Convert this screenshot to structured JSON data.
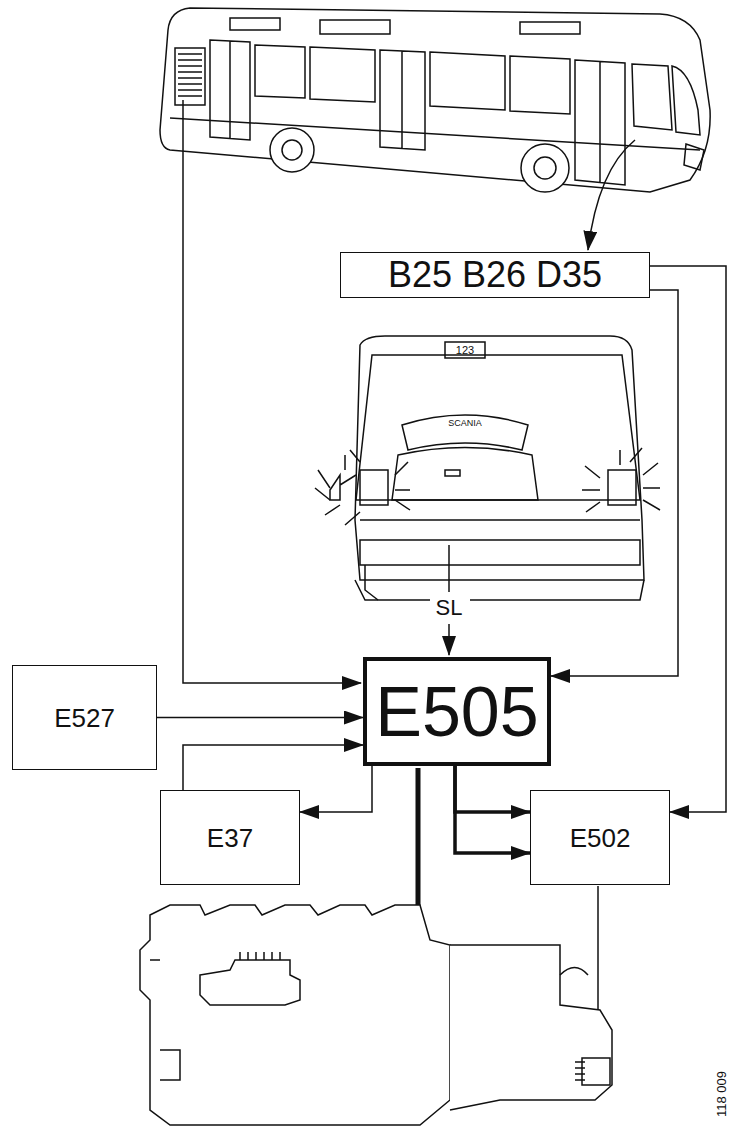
{
  "diagram": {
    "nodes": [
      {
        "text": [
          "B25 B26 D35"
        ]
      },
      {
        "text": [
          "E505"
        ]
      },
      {
        "text": [
          "E527"
        ]
      },
      {
        "text": [
          "E37"
        ]
      },
      {
        "text": [
          "E502"
        ]
      }
    ],
    "edges": [
      {
        "from": 0,
        "to": 1,
        "arrow": "to"
      },
      {
        "from": 0,
        "to": 4,
        "arrow": "to"
      },
      {
        "from": 2,
        "to": 1,
        "arrow": "to"
      },
      {
        "from": 3,
        "to": 1,
        "arrow": "to"
      },
      {
        "from": 1,
        "to": 3,
        "arrow": "to"
      },
      {
        "from": 1,
        "to": 4,
        "arrow": "to"
      },
      {
        "from": 1,
        "to": 4,
        "arrow": "to"
      }
    ],
    "labels": [
      "SL",
      "123",
      "SCANIA",
      "118 009"
    ]
  }
}
